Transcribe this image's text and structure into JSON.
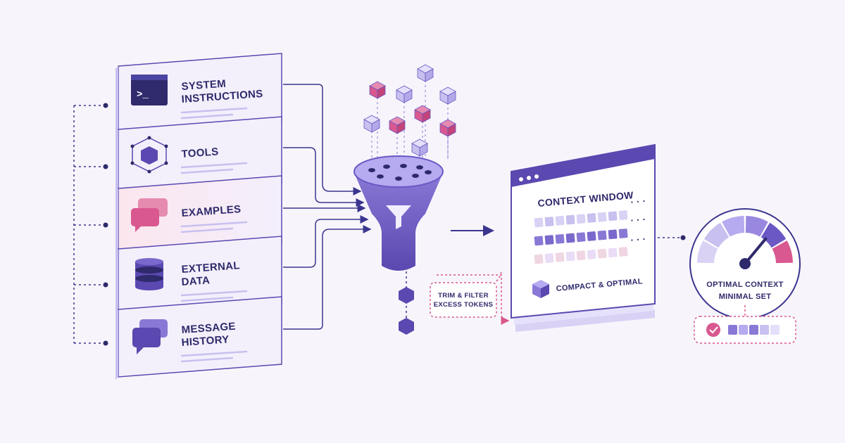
{
  "sources": [
    {
      "lines": [
        "SYSTEM",
        "INSTRUCTIONS"
      ],
      "icon": "terminal-icon",
      "glyph": ">_"
    },
    {
      "lines": [
        "TOOLS"
      ],
      "icon": "cube-network-icon"
    },
    {
      "lines": [
        "EXAMPLES"
      ],
      "icon": "chat-bubbles-icon"
    },
    {
      "lines": [
        "EXTERNAL",
        "DATA"
      ],
      "icon": "database-icon"
    },
    {
      "lines": [
        "MESSAGE",
        "HISTORY"
      ],
      "icon": "message-icon"
    }
  ],
  "filter_note": {
    "lines": [
      "TRIM & FILTER",
      "EXCESS TOKENS"
    ]
  },
  "context_window": {
    "title": "CONTEXT WINDOW",
    "footer": "COMPACT & OPTIMAL",
    "ellipsis": "· · ·"
  },
  "gauge": {
    "title": "OPTIMAL CONTEXT",
    "subtitle": "MINIMAL SET",
    "level": 0.72
  },
  "colors": {
    "primary": "#5b48b0",
    "dark": "#2f2a6b",
    "pink": "#d9588f",
    "lavender": "#c8c0ef",
    "line": "#3b3590"
  }
}
